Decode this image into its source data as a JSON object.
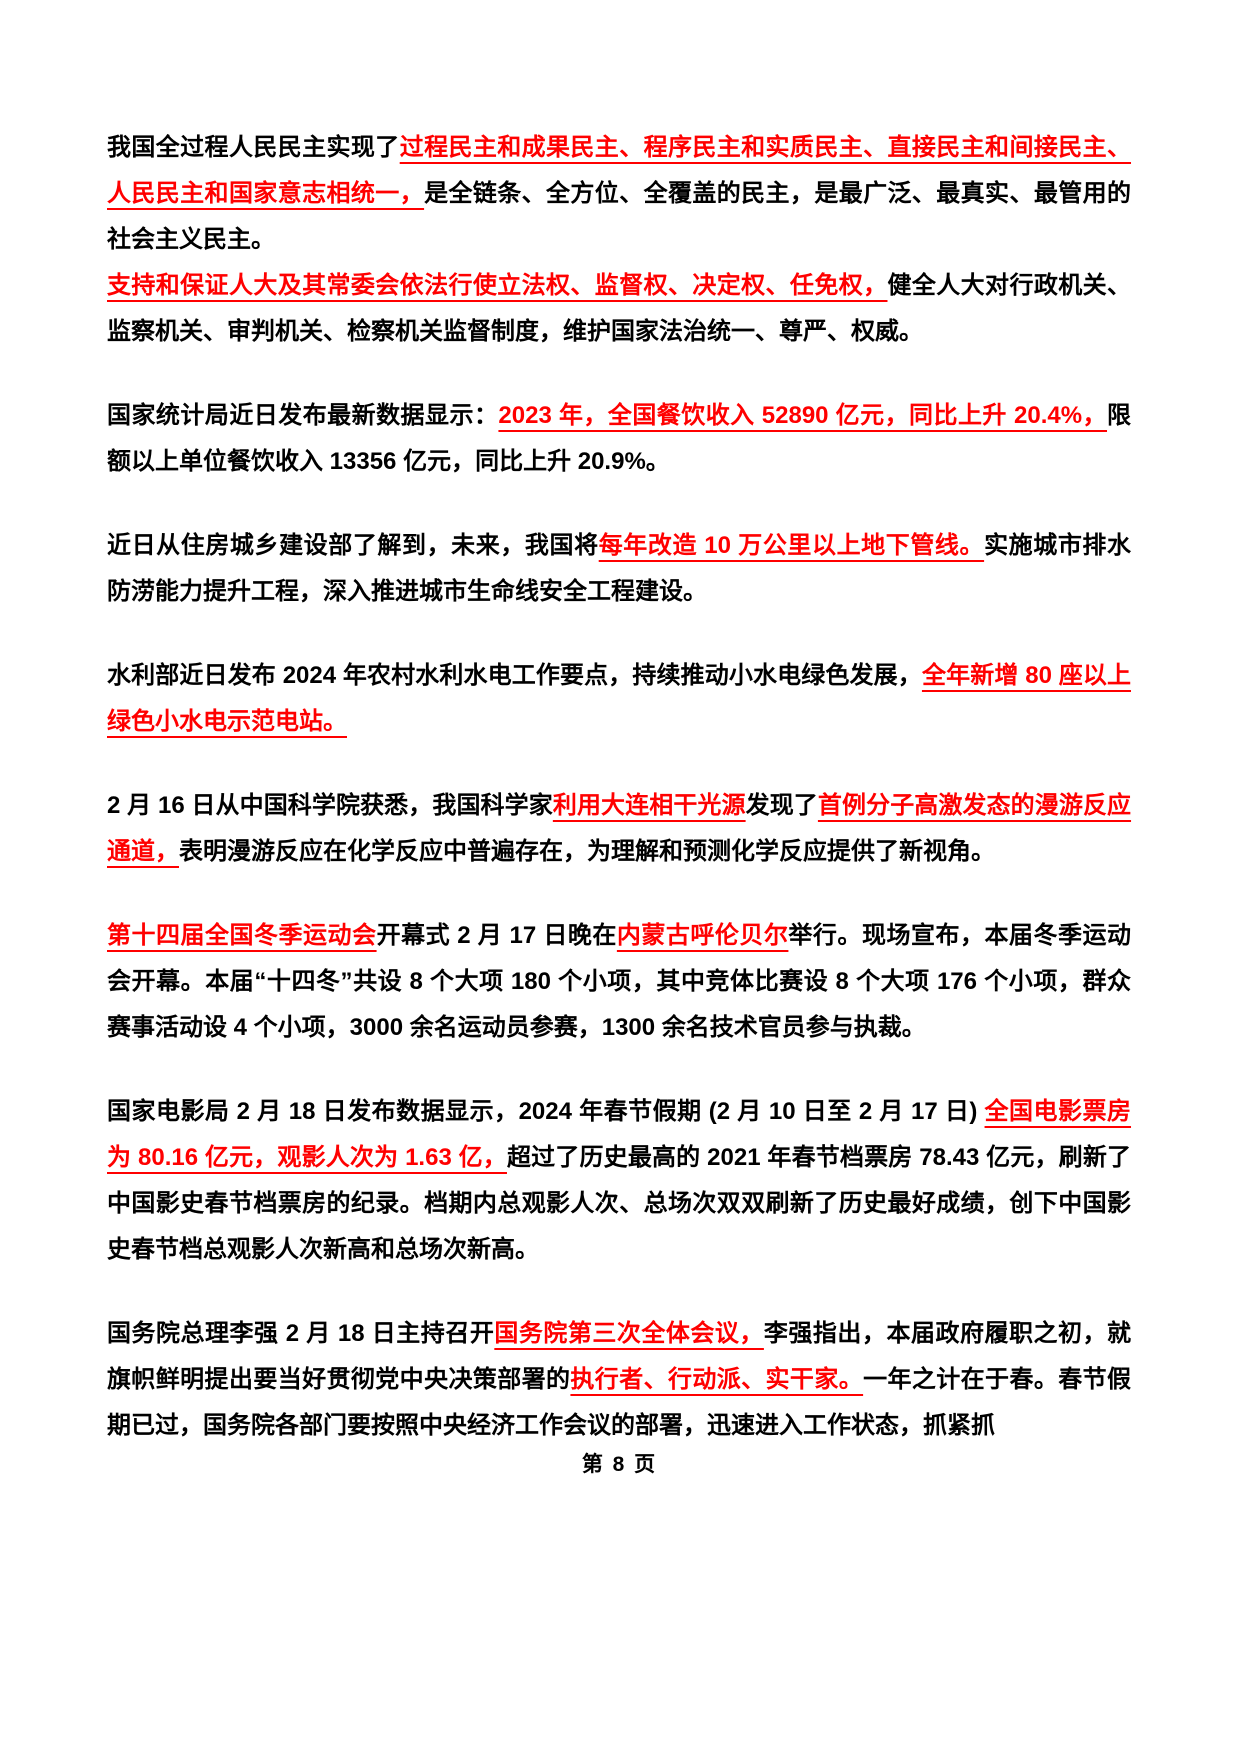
{
  "document": {
    "footer_page_label": "第 8 页",
    "text_color": "#000000",
    "highlight_color": "#ff0000"
  },
  "paragraphs": [
    {
      "gap_after": false,
      "runs": [
        {
          "style": "black",
          "text": "我国全过程人民民主实现了"
        },
        {
          "style": "red",
          "text": "过程民主和成果民主、程序民主和实质民主、直接民主和间接民主、人民民主和国家意志相统一，"
        },
        {
          "style": "black",
          "text": "是全链条、全方位、全覆盖的民主，是最广泛、最真实、最管用的社会主义民主。"
        }
      ]
    },
    {
      "gap_after": true,
      "runs": [
        {
          "style": "red",
          "text": "支持和保证人大及其常委会依法行使立法权、监督权、决定权、任免权，"
        },
        {
          "style": "black",
          "text": "健全人大对行政机关、监察机关、审判机关、检察机关监督制度，维护国家法治统一、尊严、权威。"
        }
      ]
    },
    {
      "gap_after": true,
      "runs": [
        {
          "style": "black",
          "text": "国家统计局近日发布最新数据显示："
        },
        {
          "style": "red",
          "text": "2023 年，全国餐饮收入 52890 亿元，同比上升 20.4%，"
        },
        {
          "style": "black",
          "text": "限额以上单位餐饮收入 13356 亿元，同比上升 20.9%。"
        }
      ]
    },
    {
      "gap_after": true,
      "runs": [
        {
          "style": "black",
          "text": "近日从住房城乡建设部了解到，未来，我国将"
        },
        {
          "style": "red",
          "text": "每年改造 10 万公里以上地下管线。"
        },
        {
          "style": "black",
          "text": "实施城市排水防涝能力提升工程，深入推进城市生命线安全工程建设。"
        }
      ]
    },
    {
      "gap_after": true,
      "runs": [
        {
          "style": "black",
          "text": "水利部近日发布 2024 年农村水利水电工作要点，持续推动小水电绿色发展，"
        },
        {
          "style": "red",
          "text": "全年新增 80 座以上绿色小水电示范电站。"
        }
      ]
    },
    {
      "gap_after": true,
      "runs": [
        {
          "style": "black",
          "text": "2 月 16 日从中国科学院获悉，我国科学家"
        },
        {
          "style": "red",
          "text": "利用大连相干光源"
        },
        {
          "style": "black",
          "text": "发现了"
        },
        {
          "style": "red",
          "text": "首例分子高激发态的漫游反应通道，"
        },
        {
          "style": "black",
          "text": "表明漫游反应在化学反应中普遍存在，为理解和预测化学反应提供了新视角。"
        }
      ]
    },
    {
      "gap_after": true,
      "runs": [
        {
          "style": "red",
          "text": "第十四届全国冬季运动会"
        },
        {
          "style": "black",
          "text": "开幕式 2 月 17 日晚在"
        },
        {
          "style": "red",
          "text": "内蒙古呼伦贝尔"
        },
        {
          "style": "black",
          "text": "举行。现场宣布，本届冬季运动会开幕。本届“十四冬”共设 8 个大项 180 个小项，其中竞体比赛设 8 个大项 176 个小项，群众赛事活动设 4 个小项，3000 余名运动员参赛，1300 余名技术官员参与执裁。"
        }
      ]
    },
    {
      "gap_after": true,
      "runs": [
        {
          "style": "black",
          "text": "国家电影局 2 月 18 日发布数据显示，2024 年春节假期 (2 月 10 日至 2 月 17 日) "
        },
        {
          "style": "red",
          "text": "全国电影票房为 80.16 亿元，观影人次为 1.63 亿，"
        },
        {
          "style": "black",
          "text": "超过了历史最高的 2021 年春节档票房 78.43 亿元，刷新了中国影史春节档票房的纪录。档期内总观影人次、总场次双双刷新了历史最好成绩，创下中国影史春节档总观影人次新高和总场次新高。"
        }
      ]
    },
    {
      "gap_after": true,
      "runs": [
        {
          "style": "black",
          "text": "国务院总理李强 2 月 18 日主持召开"
        },
        {
          "style": "red",
          "text": "国务院第三次全体会议，"
        },
        {
          "style": "black",
          "text": "李强指出，本届政府履职之初，就旗帜鲜明提出要当好贯彻党中央决策部署的"
        },
        {
          "style": "red",
          "text": "执行者、行动派、实干家。"
        },
        {
          "style": "black",
          "text": "一年之计在于春。春节假期已过，国务院各部门要按照中央经济工作会议的部署，迅速进入工作状态，抓紧抓"
        }
      ]
    }
  ]
}
